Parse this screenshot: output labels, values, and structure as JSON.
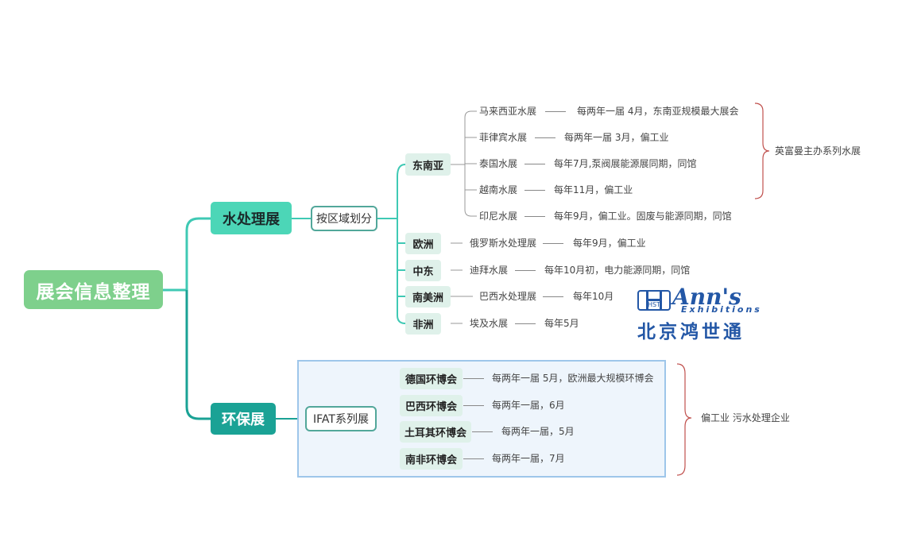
{
  "root": "展会信息整理",
  "water": {
    "title": "水处理展",
    "division": "按区域划分",
    "southeast_asia": {
      "label": "东南亚",
      "items": [
        {
          "name": "马来西亚水展",
          "desc": "每两年一届 4月，东南亚规模最大展会"
        },
        {
          "name": "菲律宾水展",
          "desc": "每两年一届 3月，偏工业"
        },
        {
          "name": "泰国水展",
          "desc": "每年7月,泵阀展能源展同期，同馆"
        },
        {
          "name": "越南水展",
          "desc": "每年11月，偏工业"
        },
        {
          "name": "印尼水展",
          "desc": "每年9月，偏工业。固废与能源同期，同馆"
        }
      ],
      "note": "英富曼主办系列水展"
    },
    "regions": [
      {
        "label": "欧洲",
        "name": "俄罗斯水处理展",
        "desc": "每年9月，偏工业"
      },
      {
        "label": "中东",
        "name": "迪拜水展",
        "desc": "每年10月初，电力能源同期，同馆"
      },
      {
        "label": "南美洲",
        "name": "巴西水处理展",
        "desc": "每年10月"
      },
      {
        "label": "非洲",
        "name": "埃及水展",
        "desc": "每年5月"
      }
    ]
  },
  "env": {
    "title": "环保展",
    "series": "IFAT系列展",
    "items": [
      {
        "label": "德国环博会",
        "desc": "每两年一届 5月，欧洲最大规模环博会"
      },
      {
        "label": "巴西环博会",
        "desc": "每两年一届，6月"
      },
      {
        "label": "土耳其环博会",
        "desc": "每两年一届，5月"
      },
      {
        "label": "南非环博会",
        "desc": "每两年一届，7月"
      }
    ],
    "note": "偏工业 污水处理企业"
  },
  "logo": {
    "mark": "HST",
    "brand": "Ann's",
    "sub": "Exhibitions",
    "cn": "北京鸿世通"
  },
  "colors": {
    "root": "#7ed08c",
    "water": "#4cd6b7",
    "env": "#1aa295",
    "connector": "#3fc9b4",
    "brace": "#c0504d",
    "logo": "#2357a6"
  }
}
